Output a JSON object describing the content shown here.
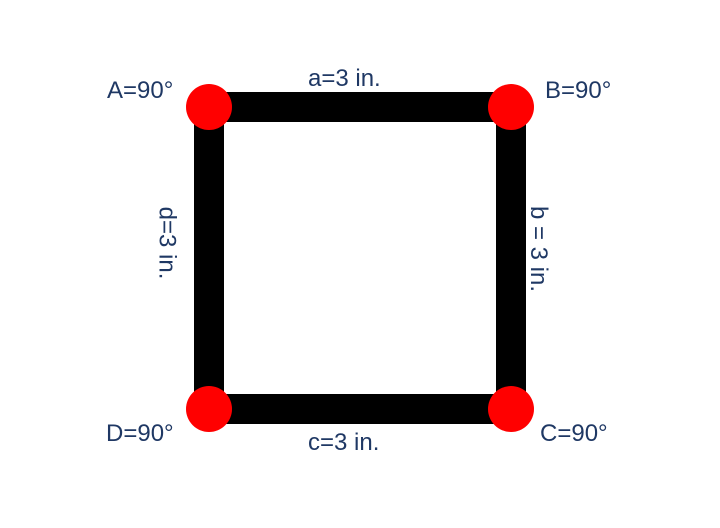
{
  "colors": {
    "edge": "#000000",
    "vertex": "#ff0000",
    "label": "#1f3864",
    "background": "#ffffff"
  },
  "vertices": {
    "A": {
      "label": "A=90°"
    },
    "B": {
      "label": "B=90°"
    },
    "C": {
      "label": "C=90°"
    },
    "D": {
      "label": "D=90°"
    }
  },
  "sides": {
    "a": {
      "label": "a=3 in."
    },
    "b": {
      "label": "b = 3 in."
    },
    "c": {
      "label": "c=3 in."
    },
    "d": {
      "label": "d=3 in."
    }
  }
}
